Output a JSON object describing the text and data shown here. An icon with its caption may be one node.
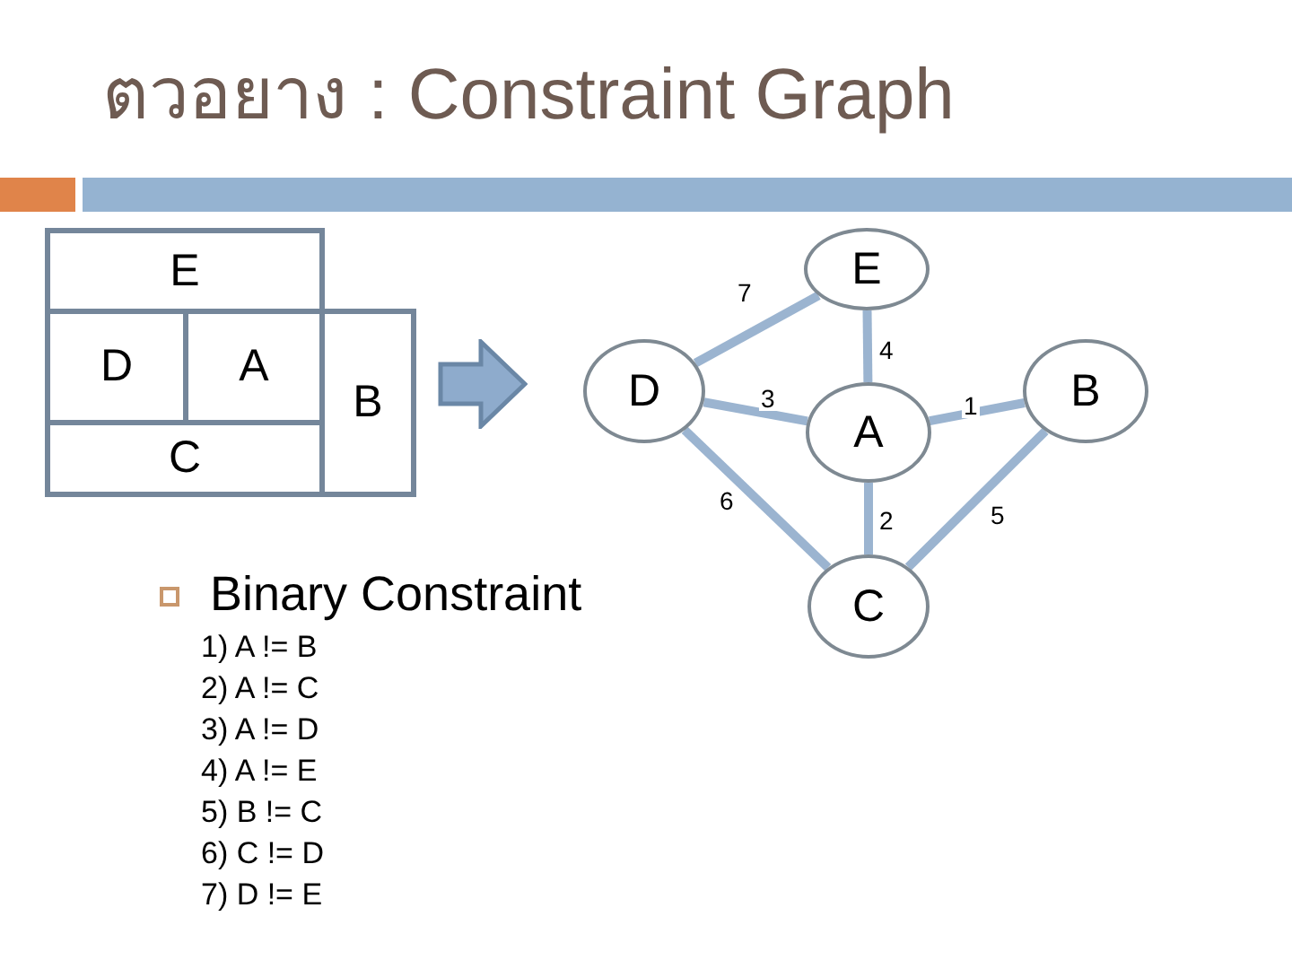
{
  "diagram": {
    "title": "ตวอยาง : Constraint Graph",
    "nodes": [
      {
        "text": [
          "E"
        ]
      },
      {
        "text": [
          "D"
        ]
      },
      {
        "text": [
          "A"
        ]
      },
      {
        "text": [
          "B"
        ]
      },
      {
        "text": [
          "C"
        ]
      },
      {
        "text": [
          "E"
        ]
      },
      {
        "text": [
          "D"
        ]
      },
      {
        "text": [
          "A"
        ]
      },
      {
        "text": [
          "B"
        ]
      },
      {
        "text": [
          "C"
        ]
      }
    ],
    "edges": [
      {
        "from": 7,
        "to": 8,
        "arrow": "none",
        "label": "1"
      },
      {
        "from": 7,
        "to": 9,
        "arrow": "none",
        "label": "2"
      },
      {
        "from": 7,
        "to": 6,
        "arrow": "none",
        "label": "3"
      },
      {
        "from": 7,
        "to": 5,
        "arrow": "none",
        "label": "4"
      },
      {
        "from": 8,
        "to": 9,
        "arrow": "none",
        "label": "5"
      },
      {
        "from": 9,
        "to": 6,
        "arrow": "none",
        "label": "6"
      },
      {
        "from": 6,
        "to": 5,
        "arrow": "none",
        "label": "7"
      }
    ],
    "labels": [
      "Binary Constraint",
      "1) A != B",
      "2) A != C",
      "3) A != D",
      "4) A != E",
      "5) B != C",
      "6) C != D",
      "7) D != E"
    ]
  }
}
